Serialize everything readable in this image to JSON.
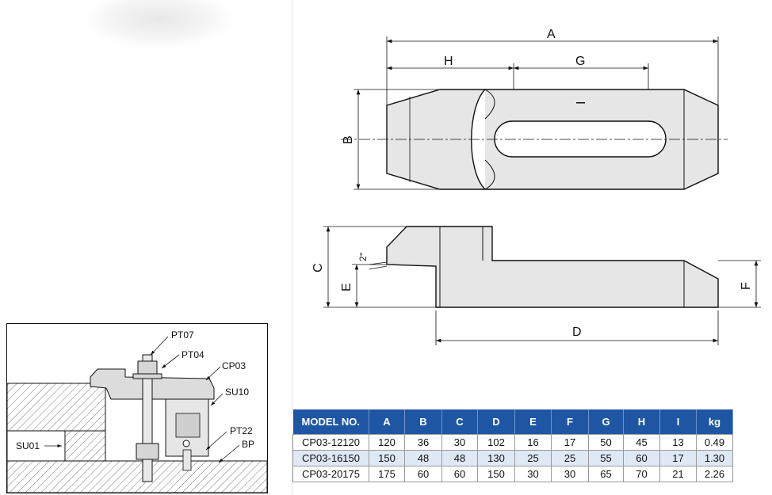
{
  "drawing": {
    "top_view_labels": {
      "a": "A",
      "b": "B",
      "g": "G",
      "h": "H",
      "i": "I"
    },
    "side_view_labels": {
      "c": "C",
      "d": "D",
      "e": "E",
      "f": "F",
      "angle": "2°"
    }
  },
  "assembly": {
    "parts": [
      "PT07",
      "PT04",
      "CP03",
      "SU10",
      "PT22",
      "BP",
      "SU01"
    ]
  },
  "table": {
    "headers": [
      "MODEL NO.",
      "A",
      "B",
      "C",
      "D",
      "E",
      "F",
      "G",
      "H",
      "I",
      "kg"
    ],
    "rows": [
      [
        "CP03-12120",
        "120",
        "36",
        "30",
        "102",
        "16",
        "17",
        "50",
        "45",
        "13",
        "0.49"
      ],
      [
        "CP03-16150",
        "150",
        "48",
        "48",
        "130",
        "25",
        "25",
        "55",
        "60",
        "17",
        "1.30"
      ],
      [
        "CP03-20175",
        "175",
        "60",
        "60",
        "150",
        "30",
        "30",
        "65",
        "70",
        "21",
        "2.26"
      ]
    ]
  },
  "colors": {
    "header_bg": "#1f56a4",
    "alt_row_bg": "#dfe8f5",
    "part_fill": "#e6e6e6"
  }
}
